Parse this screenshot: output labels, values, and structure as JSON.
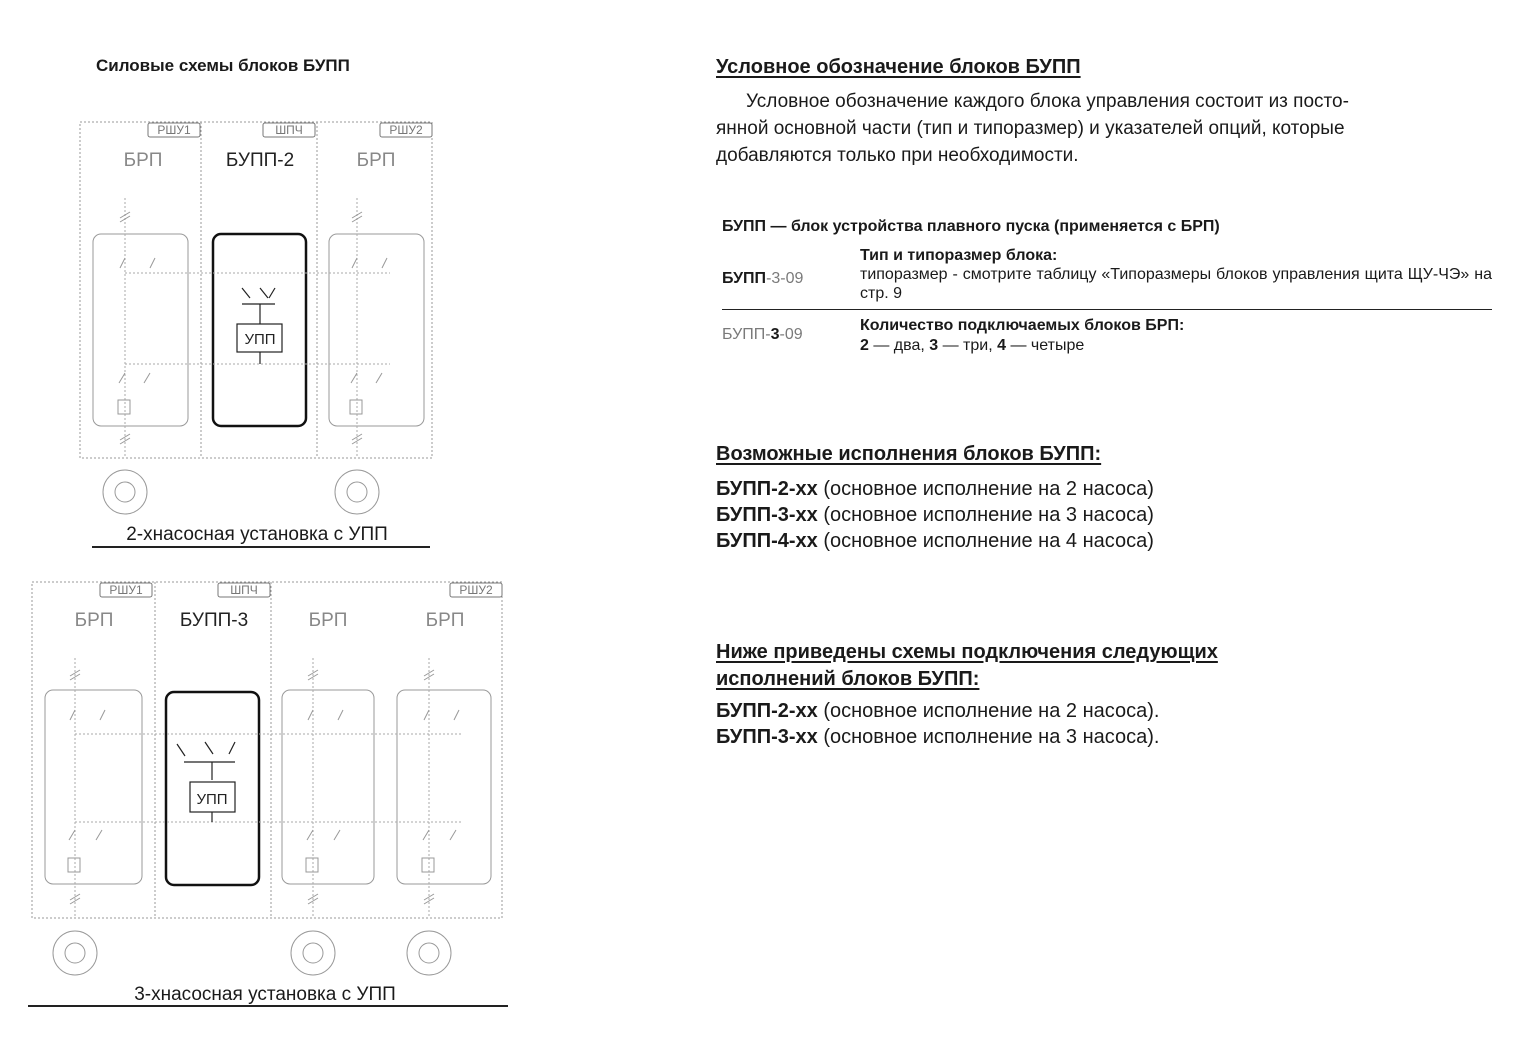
{
  "left": {
    "title": "Силовые схемы блоков БУПП",
    "diagram1": {
      "tags": [
        "РШУ1",
        "ШПЧ",
        "РШУ2"
      ],
      "labels": [
        "БРП",
        "БУПП-2",
        "БРП"
      ],
      "upp": "УПП",
      "caption": "2-хнасосная установка с УПП"
    },
    "diagram2": {
      "tags": [
        "РШУ1",
        "ШПЧ",
        "РШУ2"
      ],
      "labels": [
        "БРП",
        "БУПП-3",
        "БРП",
        "БРП"
      ],
      "upp": "УПП",
      "caption": "3-хнасосная установка с УПП"
    }
  },
  "right": {
    "heading1": "Условное обозначение блоков БУПП",
    "paragraph": [
      "Условное обозначение каждого блока управления состоит из посто-",
      "янной основной части (тип и типоразмер) и указателей опций, которые",
      "добавляются только при необходимости."
    ],
    "table": {
      "header": "БУПП — блок устройства плавного пуска (применяется с БРП)",
      "row1": {
        "code_bold": "БУПП",
        "code_muted": "-3-09",
        "title": "Тип и типоразмер блока:",
        "desc": "типоразмер - смотрите таблицу «Типоразмеры блоков управления щита ЩУ-ЧЭ» на стр. 9"
      },
      "row2": {
        "code_pre": "БУПП-",
        "code_bold": "3",
        "code_post": "-09",
        "title": "Количество подключаемых блоков БРП:",
        "opt1_num": "2",
        "opt1_text": " — два, ",
        "opt2_num": "3",
        "opt2_text": " — три, ",
        "opt3_num": "4",
        "opt3_text": " — четыре"
      }
    },
    "heading2": "Возможные исполнения блоков БУПП:",
    "variants": [
      {
        "code": "БУПП-2-хх",
        "desc": " (основное исполнение на 2 насоса)"
      },
      {
        "code": "БУПП-3-хх",
        "desc": " (основное исполнение на 3 насоса)"
      },
      {
        "code": "БУПП-4-хх",
        "desc": " (основное исполнение на 4 насоса)"
      }
    ],
    "heading3_line1": "Ниже приведены схемы подключения следующих",
    "heading3_line2": "исполнений блоков БУПП:",
    "schemes": [
      {
        "code": "БУПП-2-хх",
        "desc": " (основное исполнение на 2 насоса)."
      },
      {
        "code": "БУПП-3-хх",
        "desc": " (основное исполнение на 3 насоса)."
      }
    ]
  }
}
